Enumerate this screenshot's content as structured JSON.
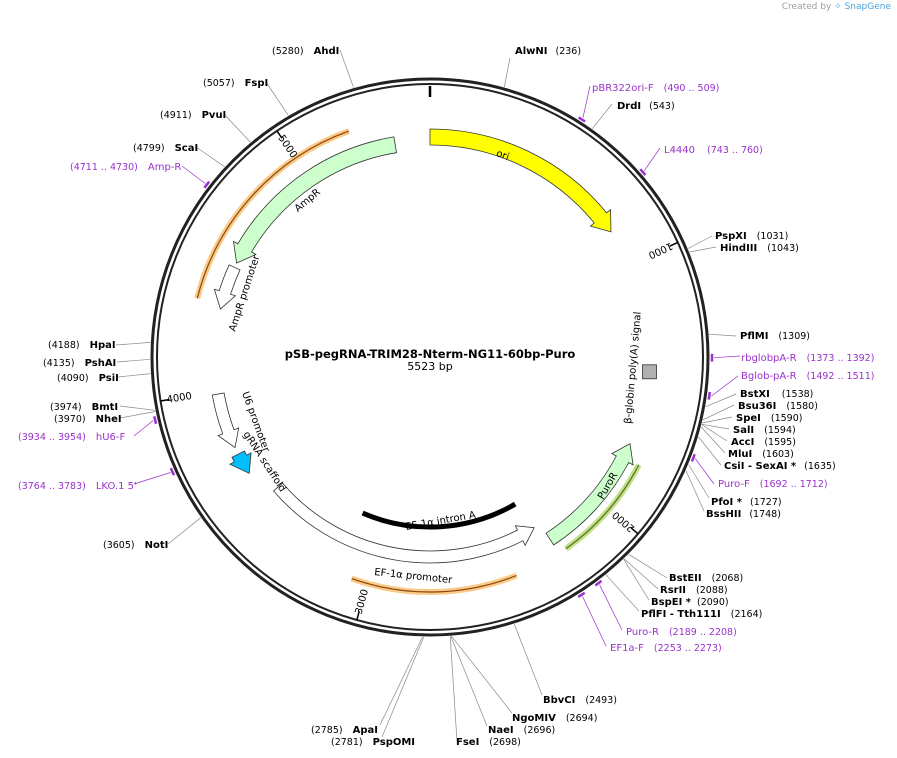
{
  "credit": {
    "prefix": "Created by",
    "brand": "SnapGene"
  },
  "plasmid": {
    "name": "pSB-pegRNA-TRIM28-Nterm-NG11-60bp-Puro",
    "size_label": "5523 bp",
    "length": 5523
  },
  "ticks": [
    {
      "pos": 1000,
      "label": "1000"
    },
    {
      "pos": 2000,
      "label": "2000"
    },
    {
      "pos": 3000,
      "label": "3000"
    },
    {
      "pos": 4000,
      "label": "4000"
    },
    {
      "pos": 5000,
      "label": "5000"
    }
  ],
  "enzymes": [
    {
      "name": "AlwNI",
      "pos": "(236)"
    },
    {
      "name": "DrdI",
      "pos": "(543)"
    },
    {
      "name": "PspXI",
      "pos": "(1031)"
    },
    {
      "name": "HindIII",
      "pos": "(1043)"
    },
    {
      "name": "PflMI",
      "pos": "(1309)"
    },
    {
      "name": "BstXI",
      "pos": "(1538)"
    },
    {
      "name": "Bsu36I",
      "pos": "(1580)"
    },
    {
      "name": "SpeI",
      "pos": "(1590)"
    },
    {
      "name": "SalI",
      "pos": "(1594)"
    },
    {
      "name": "AccI",
      "pos": "(1595)"
    },
    {
      "name": "MluI",
      "pos": "(1603)"
    },
    {
      "name": "CsiI - SexAI *",
      "pos": "(1635)"
    },
    {
      "name": "PfoI *",
      "pos": "(1727)"
    },
    {
      "name": "BssHII",
      "pos": "(1748)"
    },
    {
      "name": "BstEII",
      "pos": "(2068)"
    },
    {
      "name": "RsrII",
      "pos": "(2088)"
    },
    {
      "name": "BspEI *",
      "pos": "(2090)"
    },
    {
      "name": "PflFI - Tth111I",
      "pos": "(2164)"
    },
    {
      "name": "BbvCI",
      "pos": "(2493)"
    },
    {
      "name": "NgoMIV",
      "pos": "(2694)"
    },
    {
      "name": "NaeI",
      "pos": "(2696)"
    },
    {
      "name": "FseI",
      "pos": "(2698)"
    },
    {
      "name": "ApaI",
      "pos": "(2785)"
    },
    {
      "name": "PspOMI",
      "pos": "(2781)"
    },
    {
      "name": "NotI",
      "pos": "(3605)"
    },
    {
      "name": "BmtI",
      "pos": "(3974)"
    },
    {
      "name": "NheI",
      "pos": "(3970)"
    },
    {
      "name": "PsiI",
      "pos": "(4090)"
    },
    {
      "name": "PshAI",
      "pos": "(4135)"
    },
    {
      "name": "HpaI",
      "pos": "(4188)"
    },
    {
      "name": "ScaI",
      "pos": "(4799)"
    },
    {
      "name": "PvuI",
      "pos": "(4911)"
    },
    {
      "name": "FspI",
      "pos": "(5057)"
    },
    {
      "name": "AhdI",
      "pos": "(5280)"
    }
  ],
  "primers": [
    {
      "name": "pBR322ori-F",
      "range": "(490 .. 509)"
    },
    {
      "name": "L4440",
      "range": "(743 .. 760)"
    },
    {
      "name": "rbglobpA-R",
      "range": "(1373 .. 1392)"
    },
    {
      "name": "Bglob-pA-R",
      "range": "(1492 .. 1511)"
    },
    {
      "name": "Puro-F",
      "range": "(1692 .. 1712)"
    },
    {
      "name": "Puro-R",
      "range": "(2189 .. 2208)"
    },
    {
      "name": "EF1a-F",
      "range": "(2253 .. 2273)"
    },
    {
      "name": "LKO.1 5'",
      "range": "(3764 .. 3783)"
    },
    {
      "name": "hU6-F",
      "range": "(3934 .. 3954)"
    },
    {
      "name": "Amp-R",
      "range": "(4711 .. 4730)"
    }
  ],
  "features": [
    {
      "label": "ori",
      "color": "#ffff00"
    },
    {
      "label": "AmpR",
      "color": "#ccffcc"
    },
    {
      "label": "AmpR promoter",
      "color": "#ffffff"
    },
    {
      "label": "U6 promoter",
      "color": "#ffffff"
    },
    {
      "label": "gRNA scaffold",
      "color": "#00bfff"
    },
    {
      "label": "EF-1α intron A",
      "color": "#000000"
    },
    {
      "label": "EF-1α promoter",
      "color": "#ffffff"
    },
    {
      "label": "PuroR",
      "color": "#ccffcc"
    },
    {
      "label": "β-globin poly(A) signal",
      "color": "#b0b0b0"
    }
  ],
  "colors": {
    "enzyme": "#000000",
    "primer": "#9932cc",
    "backbone": "#222222",
    "orf_highlight": "#f4a024",
    "puro_highlight": "#9acd32"
  }
}
